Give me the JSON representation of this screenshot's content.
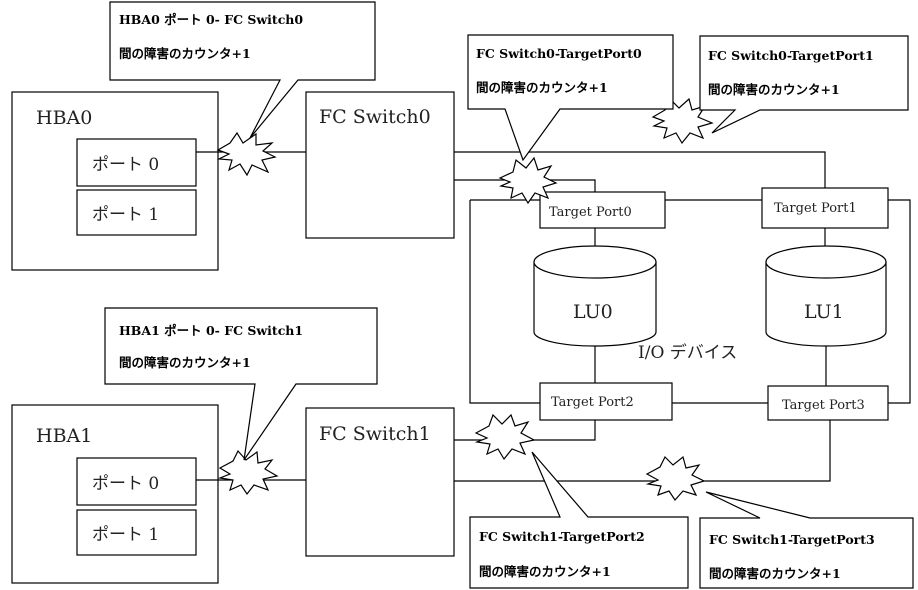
{
  "hba0": {
    "title": "HBA0",
    "port0": "ポート 0",
    "port1": "ポート 1"
  },
  "hba1": {
    "title": "HBA1",
    "port0": "ポート 0",
    "port1": "ポート 1"
  },
  "switch0": {
    "label": "FC Switch0"
  },
  "switch1": {
    "label": "FC Switch1"
  },
  "io_device": {
    "label": "I/O デバイス",
    "target_port0": "Target Port0",
    "target_port1": "Target Port1",
    "target_port2": "Target Port2",
    "target_port3": "Target Port3",
    "lu0": "LU0",
    "lu1": "LU1"
  },
  "callouts": {
    "c1": {
      "line1": "HBA0 ポート 0- FC Switch0",
      "line2": "間の障害のカウンタ+1"
    },
    "c2": {
      "line1": "FC Switch0-TargetPort0",
      "line2": "間の障害のカウンタ+1"
    },
    "c3": {
      "line1": "FC Switch0-TargetPort1",
      "line2": "間の障害のカウンタ+1"
    },
    "c4": {
      "line1": "HBA1 ポート 0- FC Switch1",
      "line2": "間の障害のカウンタ+1"
    },
    "c5": {
      "line1": "FC Switch1-TargetPort2",
      "line2": "間の障害のカウンタ+1"
    },
    "c6": {
      "line1": "FC Switch1-TargetPort3",
      "line2": "間の障害のカウンタ+1"
    }
  }
}
